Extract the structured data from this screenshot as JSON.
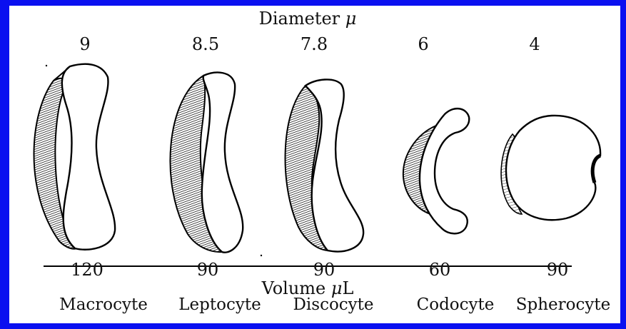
{
  "diagram": {
    "top_title_text": "Diameter ",
    "top_title_symbol": "μ",
    "bottom_title_text": "Volume ",
    "bottom_title_symbol": "μ",
    "bottom_title_unit": "L",
    "cells": [
      {
        "name": "Macrocyte",
        "diameter": "9",
        "volume": "120"
      },
      {
        "name": "Leptocyte",
        "diameter": "8.5",
        "volume": "90"
      },
      {
        "name": "Discocyte",
        "diameter": "7.8",
        "volume": "90"
      },
      {
        "name": "Codocyte",
        "diameter": "6",
        "volume": "60"
      },
      {
        "name": "Spherocyte",
        "diameter": "4",
        "volume": "90"
      }
    ]
  },
  "colors": {
    "border": "#0a10f0",
    "background": "#ffffff",
    "ink": "#111111"
  }
}
